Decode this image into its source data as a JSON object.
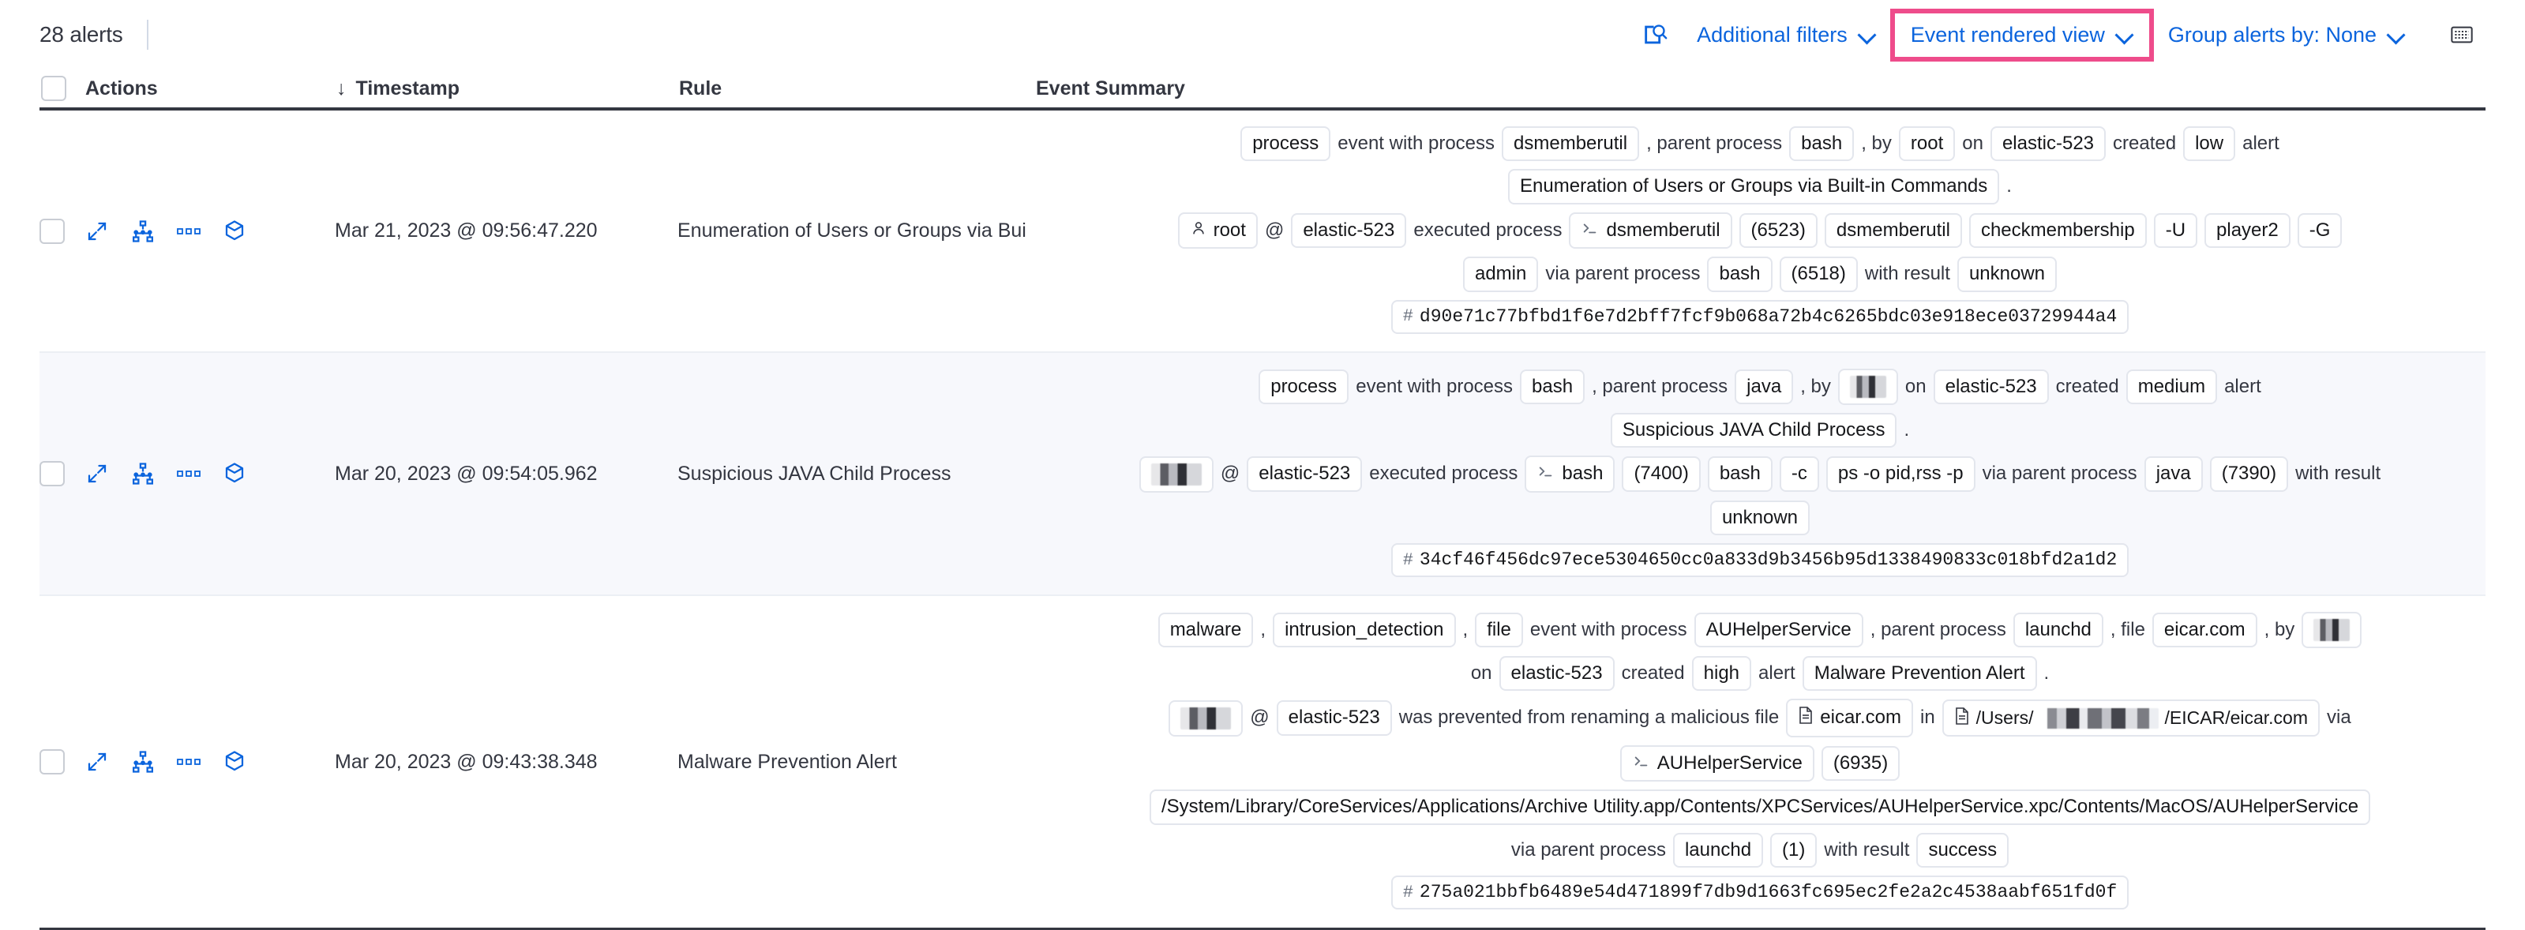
{
  "toolbar": {
    "alert_count": "28 alerts",
    "inspect_icon": "inspect-query-icon",
    "additional_filters": "Additional filters",
    "event_rendered_view": "Event rendered view",
    "group_alerts_by": "Group alerts by: None",
    "keyboard_icon": "keyboard-shortcuts-icon",
    "link_color": "#0b64dd",
    "highlight_color": "#ee4c8b"
  },
  "table": {
    "columns": {
      "select_all": "select-all-checkbox",
      "actions": "Actions",
      "timestamp": "Timestamp",
      "timestamp_sort": "↓",
      "rule": "Rule",
      "event_summary": "Event Summary"
    },
    "row_actions": [
      "expand-alert-icon",
      "analyze-event-icon",
      "more-actions-icon",
      "session-view-icon"
    ],
    "rows": [
      {
        "timestamp": "Mar 21, 2023 @ 09:56:47.220",
        "rule": "Enumeration of Users or Groups via Bui",
        "summary_lines": [
          [
            {
              "t": "chip",
              "v": "process"
            },
            {
              "t": "text",
              "v": "event with process"
            },
            {
              "t": "chip",
              "v": "dsmemberutil"
            },
            {
              "t": "text",
              "v": ", parent process"
            },
            {
              "t": "chip",
              "v": "bash"
            },
            {
              "t": "text",
              "v": ", by"
            },
            {
              "t": "chip",
              "v": "root"
            },
            {
              "t": "text",
              "v": "on"
            },
            {
              "t": "chip",
              "v": "elastic-523"
            },
            {
              "t": "text",
              "v": "created"
            },
            {
              "t": "chip",
              "v": "low"
            },
            {
              "t": "text",
              "v": "alert"
            }
          ],
          [
            {
              "t": "chip",
              "v": "Enumeration of Users or Groups via Built-in Commands"
            },
            {
              "t": "text",
              "v": "."
            }
          ],
          [
            {
              "t": "chip",
              "v": "root",
              "icon": "user-icon"
            },
            {
              "t": "text",
              "v": "@"
            },
            {
              "t": "chip",
              "v": "elastic-523"
            },
            {
              "t": "text",
              "v": "executed process"
            },
            {
              "t": "chip",
              "v": "dsmemberutil",
              "icon": "console-icon"
            },
            {
              "t": "chip",
              "v": "(6523)"
            },
            {
              "t": "chip",
              "v": "dsmemberutil"
            },
            {
              "t": "chip",
              "v": "checkmembership"
            },
            {
              "t": "chip",
              "v": "-U"
            },
            {
              "t": "chip",
              "v": "player2"
            },
            {
              "t": "chip",
              "v": "-G"
            }
          ],
          [
            {
              "t": "chip",
              "v": "admin"
            },
            {
              "t": "text",
              "v": "via parent process"
            },
            {
              "t": "chip",
              "v": "bash"
            },
            {
              "t": "chip",
              "v": "(6518)"
            },
            {
              "t": "text",
              "v": "with result"
            },
            {
              "t": "chip",
              "v": "unknown"
            }
          ],
          [
            {
              "t": "hash",
              "v": "d90e71c77bfbd1f6e7d2bff7fcf9b068a72b4c6265bdc03e918ece03729944a4"
            }
          ]
        ]
      },
      {
        "timestamp": "Mar 20, 2023 @ 09:54:05.962",
        "rule": "Suspicious JAVA Child Process",
        "summary_lines": [
          [
            {
              "t": "chip",
              "v": "process"
            },
            {
              "t": "text",
              "v": "event with process"
            },
            {
              "t": "chip",
              "v": "bash"
            },
            {
              "t": "text",
              "v": ", parent process"
            },
            {
              "t": "chip",
              "v": "java"
            },
            {
              "t": "text",
              "v": ", by"
            },
            {
              "t": "redacted",
              "v": ""
            },
            {
              "t": "text",
              "v": "on"
            },
            {
              "t": "chip",
              "v": "elastic-523"
            },
            {
              "t": "text",
              "v": "created"
            },
            {
              "t": "chip",
              "v": "medium"
            },
            {
              "t": "text",
              "v": "alert"
            }
          ],
          [
            {
              "t": "chip",
              "v": "Suspicious JAVA Child Process"
            },
            {
              "t": "text",
              "v": "."
            }
          ],
          [
            {
              "t": "redacted",
              "v": "",
              "wide": true
            },
            {
              "t": "text",
              "v": "@"
            },
            {
              "t": "chip",
              "v": "elastic-523"
            },
            {
              "t": "text",
              "v": "executed process"
            },
            {
              "t": "chip",
              "v": "bash",
              "icon": "console-icon"
            },
            {
              "t": "chip",
              "v": "(7400)"
            },
            {
              "t": "chip",
              "v": "bash"
            },
            {
              "t": "chip",
              "v": "-c"
            },
            {
              "t": "chip",
              "v": "ps -o pid,rss -p"
            },
            {
              "t": "text",
              "v": "via parent process"
            },
            {
              "t": "chip",
              "v": "java"
            },
            {
              "t": "chip",
              "v": "(7390)"
            },
            {
              "t": "text",
              "v": "with result"
            }
          ],
          [
            {
              "t": "chip",
              "v": "unknown"
            }
          ],
          [
            {
              "t": "hash",
              "v": "34cf46f456dc97ece5304650cc0a833d9b3456b95d1338490833c018bfd2a1d2"
            }
          ]
        ]
      },
      {
        "timestamp": "Mar 20, 2023 @ 09:43:38.348",
        "rule": "Malware Prevention Alert",
        "summary_lines": [
          [
            {
              "t": "chip",
              "v": "malware"
            },
            {
              "t": "text",
              "v": ","
            },
            {
              "t": "chip",
              "v": "intrusion_detection"
            },
            {
              "t": "text",
              "v": ","
            },
            {
              "t": "chip",
              "v": "file"
            },
            {
              "t": "text",
              "v": "event with process"
            },
            {
              "t": "chip",
              "v": "AUHelperService"
            },
            {
              "t": "text",
              "v": ", parent process"
            },
            {
              "t": "chip",
              "v": "launchd"
            },
            {
              "t": "text",
              "v": ", file"
            },
            {
              "t": "chip",
              "v": "eicar.com"
            },
            {
              "t": "text",
              "v": ", by"
            },
            {
              "t": "redacted",
              "v": ""
            }
          ],
          [
            {
              "t": "text",
              "v": "on"
            },
            {
              "t": "chip",
              "v": "elastic-523"
            },
            {
              "t": "text",
              "v": "created"
            },
            {
              "t": "chip",
              "v": "high"
            },
            {
              "t": "text",
              "v": "alert"
            },
            {
              "t": "chip",
              "v": "Malware Prevention Alert"
            },
            {
              "t": "text",
              "v": "."
            }
          ],
          [
            {
              "t": "redacted",
              "v": "",
              "wide": true
            },
            {
              "t": "text",
              "v": "@"
            },
            {
              "t": "chip",
              "v": "elastic-523"
            },
            {
              "t": "text",
              "v": "was prevented from renaming a malicious file"
            },
            {
              "t": "chip",
              "v": "eicar.com",
              "icon": "file-icon"
            },
            {
              "t": "text",
              "v": "in"
            },
            {
              "t": "pathchip",
              "v": "/Users/",
              "suffix": "/EICAR/eicar.com",
              "icon": "file-icon"
            },
            {
              "t": "text",
              "v": "via"
            }
          ],
          [
            {
              "t": "chip",
              "v": "AUHelperService",
              "icon": "console-icon"
            },
            {
              "t": "chip",
              "v": "(6935)"
            }
          ],
          [
            {
              "t": "chip",
              "v": "/System/Library/CoreServices/Applications/Archive Utility.app/Contents/XPCServices/AUHelperService.xpc/Contents/MacOS/AUHelperService"
            }
          ],
          [
            {
              "t": "text",
              "v": "via parent process"
            },
            {
              "t": "chip",
              "v": "launchd"
            },
            {
              "t": "chip",
              "v": "(1)"
            },
            {
              "t": "text",
              "v": "with result"
            },
            {
              "t": "chip",
              "v": "success"
            }
          ],
          [
            {
              "t": "hash",
              "v": "275a021bbfb6489e54d471899f7db9d1663fc695ec2fe2a2c4538aabf651fd0f"
            }
          ]
        ]
      }
    ]
  }
}
